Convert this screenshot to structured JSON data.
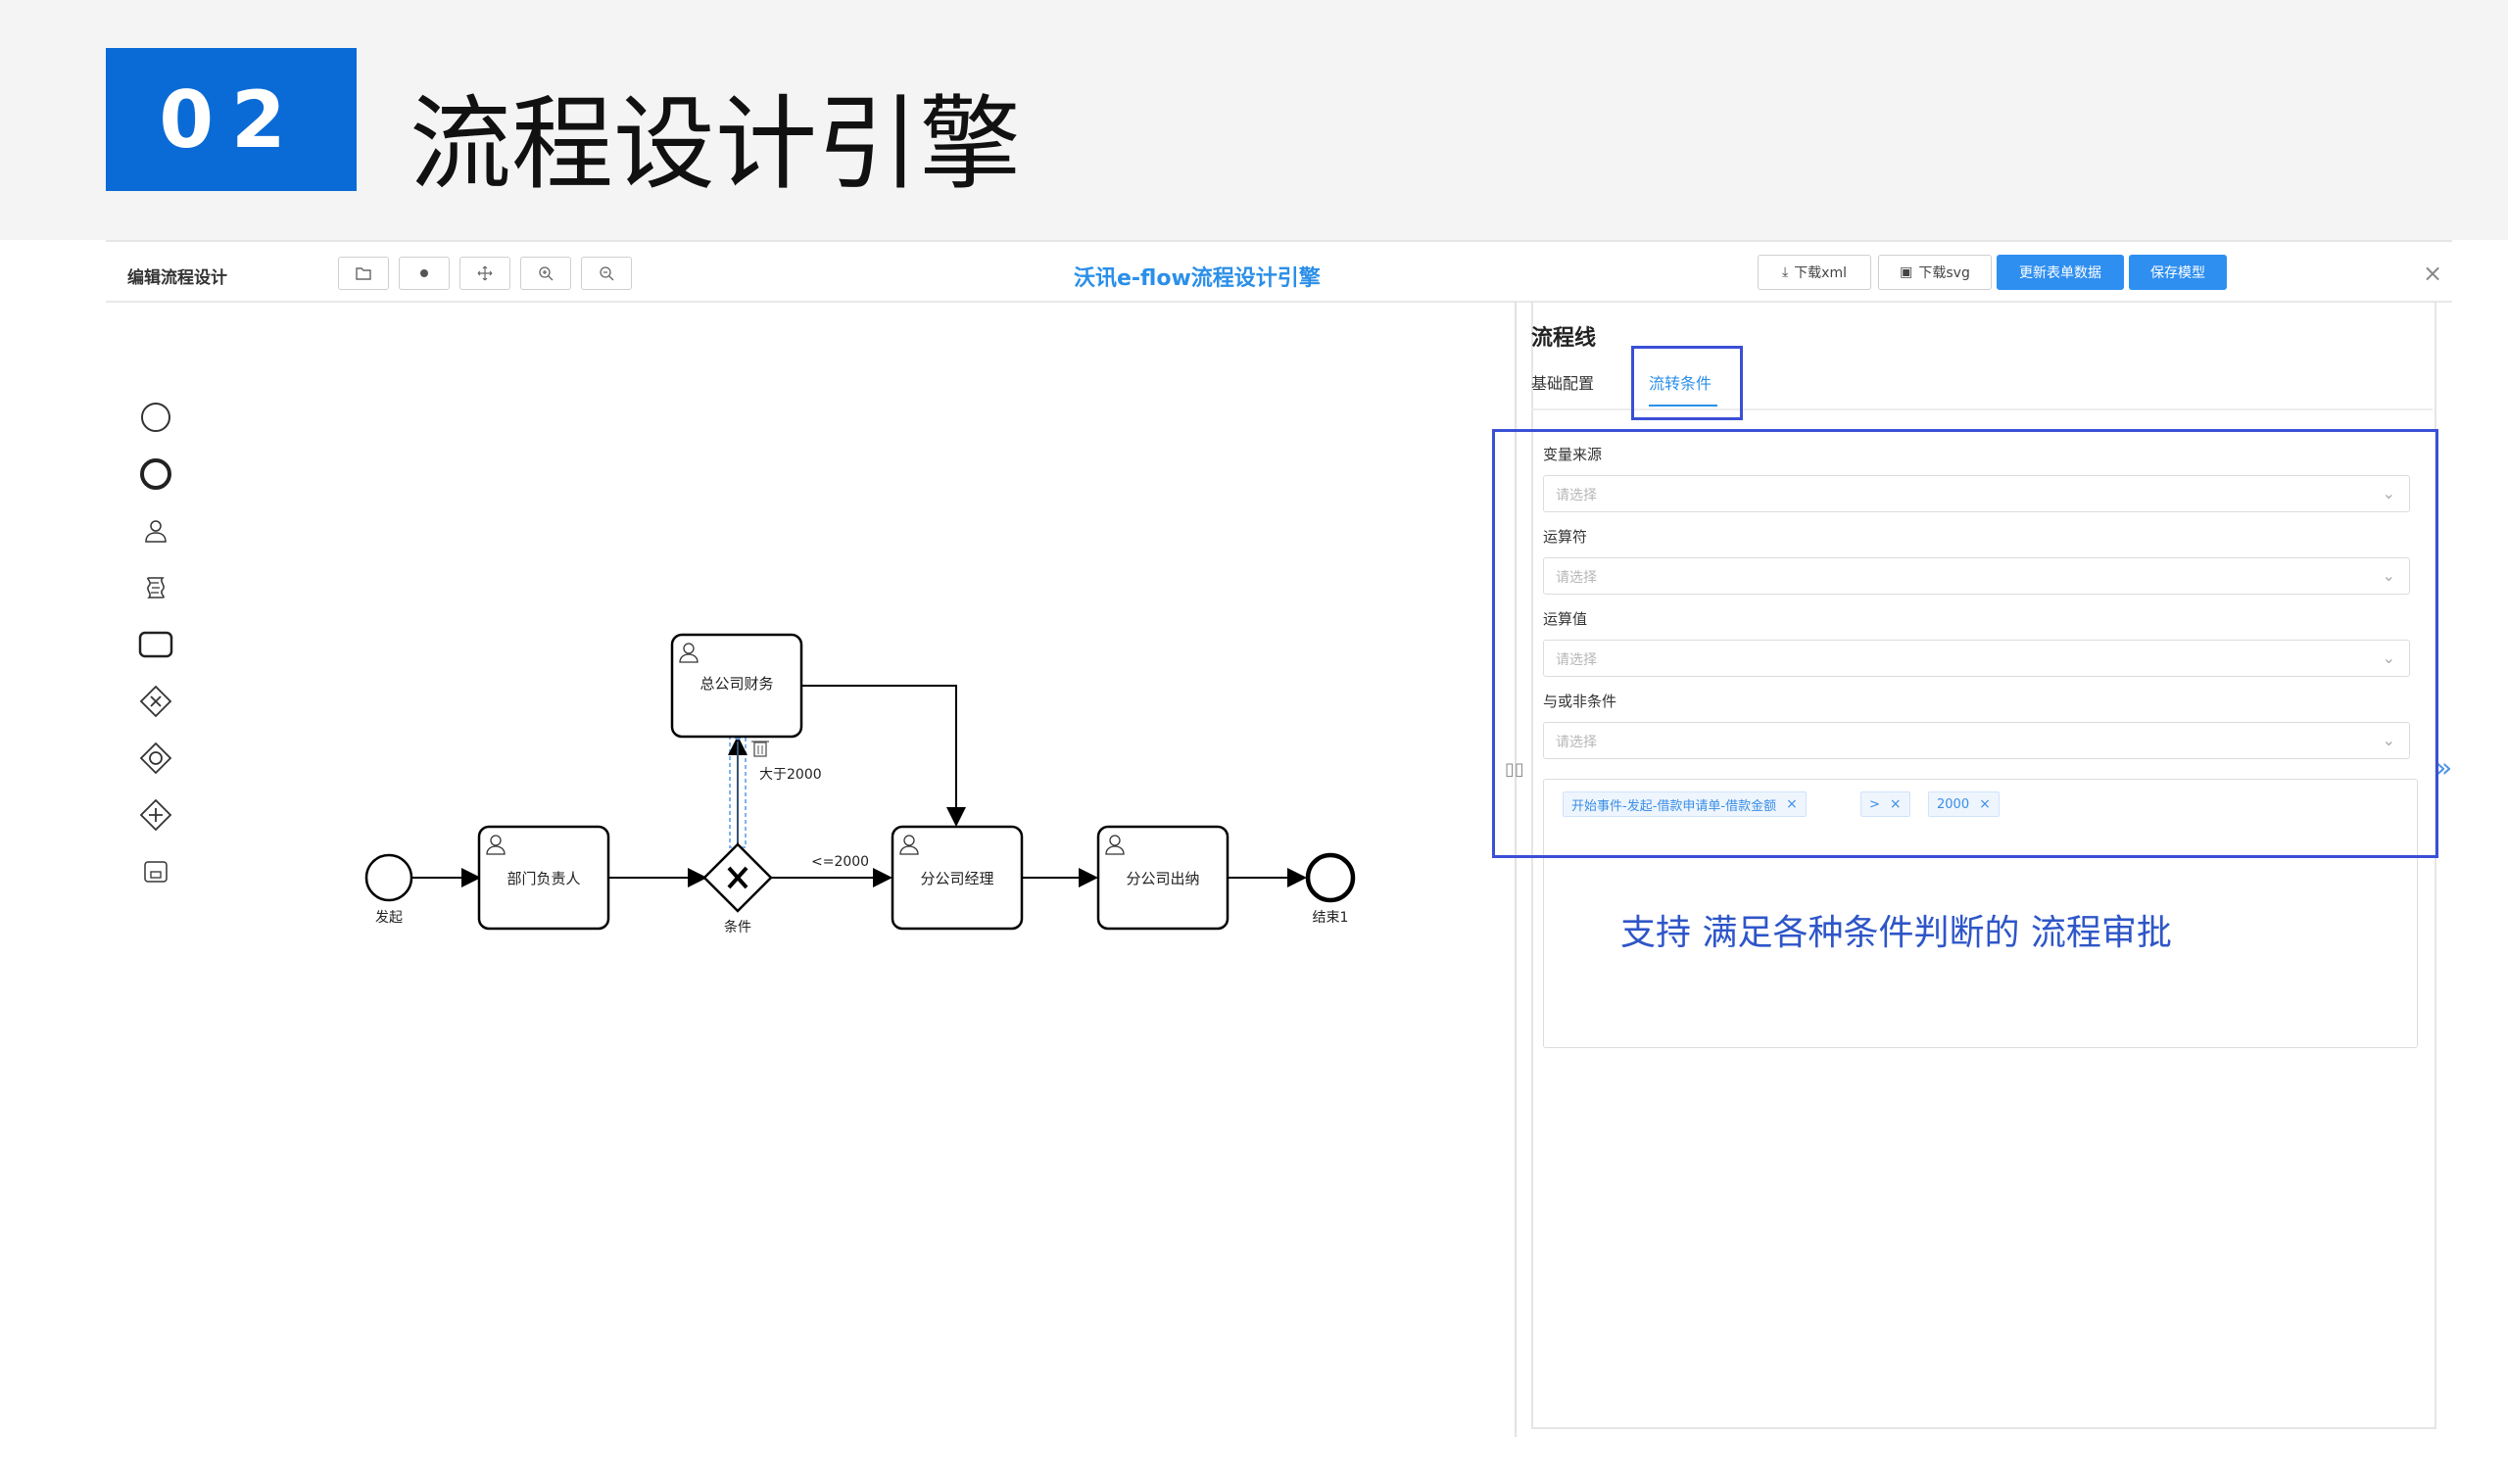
{
  "slide": {
    "number": "02",
    "title": "流程设计引擎"
  },
  "toolbar": {
    "app_title": "编辑流程设计",
    "center_title": "沃讯e-flow流程设计引擎",
    "download_xml": "下载xml",
    "download_svg": "下载svg",
    "update_form": "更新表单数据",
    "save_model": "保存模型"
  },
  "diagram": {
    "nodes": {
      "start": "发起",
      "dept_head": "部门负责人",
      "gateway": "条件",
      "hq_finance": "总公司财务",
      "branch_manager": "分公司经理",
      "branch_cashier": "分公司出纳",
      "end": "结束1"
    },
    "edges": {
      "gt": "大于2000",
      "lte": "<=2000"
    }
  },
  "panel": {
    "title": "流程线",
    "tabs": [
      "基础配置",
      "流转条件"
    ],
    "active_tab": "流转条件",
    "fields": [
      {
        "label": "变量来源",
        "placeholder": "请选择"
      },
      {
        "label": "运算符",
        "placeholder": "请选择"
      },
      {
        "label": "运算值",
        "placeholder": "请选择"
      },
      {
        "label": "与或非条件",
        "placeholder": "请选择"
      }
    ],
    "tags": [
      "开始事件-发起-借款申请单-借款金额",
      ">",
      "2000"
    ],
    "promo_text": "支持 满足各种条件判断的 流程审批"
  },
  "colors": {
    "brand_blue": "#0b6bd6",
    "primary": "#2f8ff0",
    "highlight": "#3a4fd6",
    "promo": "#2e56c8"
  }
}
